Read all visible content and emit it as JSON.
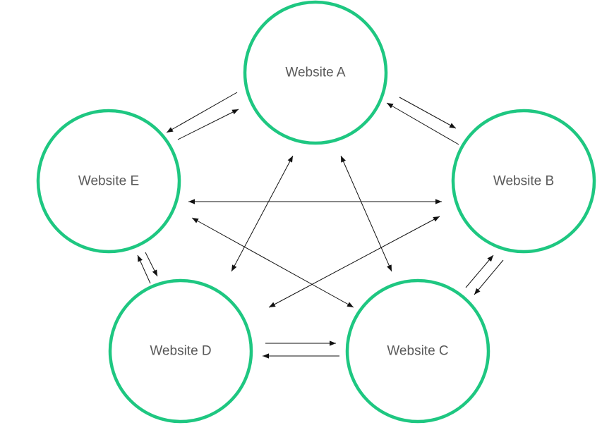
{
  "colors": {
    "node_border": "#1ec781",
    "node_text": "#595959",
    "arrow": "#111111"
  },
  "nodes": [
    {
      "id": "a",
      "label": "Website A"
    },
    {
      "id": "b",
      "label": "Website B"
    },
    {
      "id": "c",
      "label": "Website C"
    },
    {
      "id": "d",
      "label": "Website D"
    },
    {
      "id": "e",
      "label": "Website E"
    }
  ],
  "links": [
    {
      "from": "a",
      "to": "e",
      "direction": "one-way"
    },
    {
      "from": "e",
      "to": "a",
      "direction": "one-way"
    },
    {
      "from": "a",
      "to": "b",
      "direction": "one-way"
    },
    {
      "from": "b",
      "to": "a",
      "direction": "one-way"
    },
    {
      "from": "b",
      "to": "c",
      "direction": "one-way"
    },
    {
      "from": "c",
      "to": "b",
      "direction": "one-way"
    },
    {
      "from": "c",
      "to": "d",
      "direction": "one-way"
    },
    {
      "from": "d",
      "to": "c",
      "direction": "one-way"
    },
    {
      "from": "d",
      "to": "e",
      "direction": "one-way"
    },
    {
      "from": "e",
      "to": "d",
      "direction": "one-way"
    },
    {
      "from": "e",
      "to": "b",
      "direction": "two-way"
    },
    {
      "from": "e",
      "to": "c",
      "direction": "two-way"
    },
    {
      "from": "a",
      "to": "d",
      "direction": "two-way"
    },
    {
      "from": "a",
      "to": "c",
      "direction": "two-way"
    },
    {
      "from": "b",
      "to": "d",
      "direction": "two-way"
    }
  ]
}
